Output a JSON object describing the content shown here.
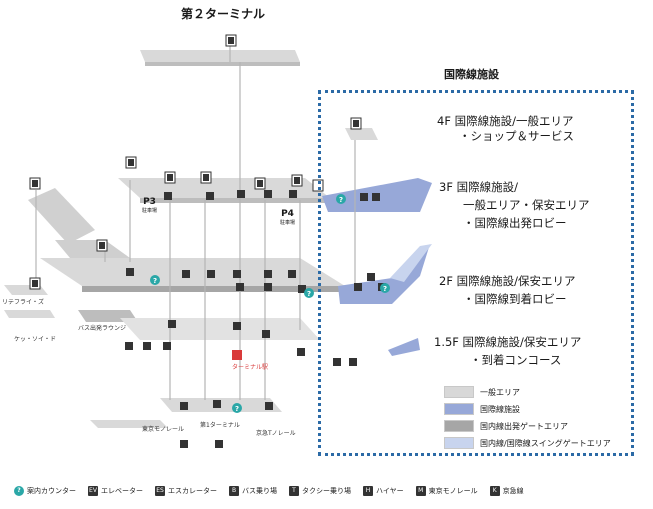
{
  "title": "第２ターミナル",
  "box_title": "国際線施設",
  "floors": [
    {
      "lines": [
        "4F 国際線施設/一般エリア",
        "・ショップ＆サービス"
      ]
    },
    {
      "lines": [
        "3F 国際線施設/",
        "一般エリア・保安エリア",
        "・国際線出発ロビー"
      ]
    },
    {
      "lines": [
        "2F 国際線施設/保安エリア",
        "・国際線到着ロビー"
      ]
    },
    {
      "lines": [
        "1.5F 国際線施設/保安エリア",
        "・到着コンコース"
      ]
    }
  ],
  "legend": [
    {
      "label": "一般エリア",
      "color": "#d8d8d8"
    },
    {
      "label": "国際線施設",
      "color": "#97a8d8"
    },
    {
      "label": "国内線出発ゲートエリア",
      "color": "#a6a6a6"
    },
    {
      "label": "国内線/国際線スイングゲートエリア",
      "color": "#c8d4ee"
    }
  ],
  "parking": [
    {
      "name": "P3",
      "sub": "駐車場"
    },
    {
      "name": "P4",
      "sub": "駐車場"
    }
  ],
  "map_labels": {
    "left1": "リテフライ・ズ",
    "left2": "バス出発ラウンジ",
    "left3": "ケッ・ソイ・ド",
    "monorail": "東京モノレール",
    "station_top": "ターミナル駅",
    "terminal1": "第1ターミナル",
    "keikyu": "京急Tノレール"
  },
  "bottom_legend": [
    {
      "icon": "?",
      "label": "案内カウンター"
    },
    {
      "icon": "EV",
      "label": "エレベーター"
    },
    {
      "icon": "ES",
      "label": "エスカレーター"
    },
    {
      "icon": "B",
      "label": "バス乗り場"
    },
    {
      "icon": "T",
      "label": "タクシー乗り場"
    },
    {
      "icon": "H",
      "label": "ハイヤー"
    },
    {
      "icon": "M",
      "label": "東京モノレール"
    },
    {
      "icon": "K",
      "label": "京急線"
    }
  ]
}
